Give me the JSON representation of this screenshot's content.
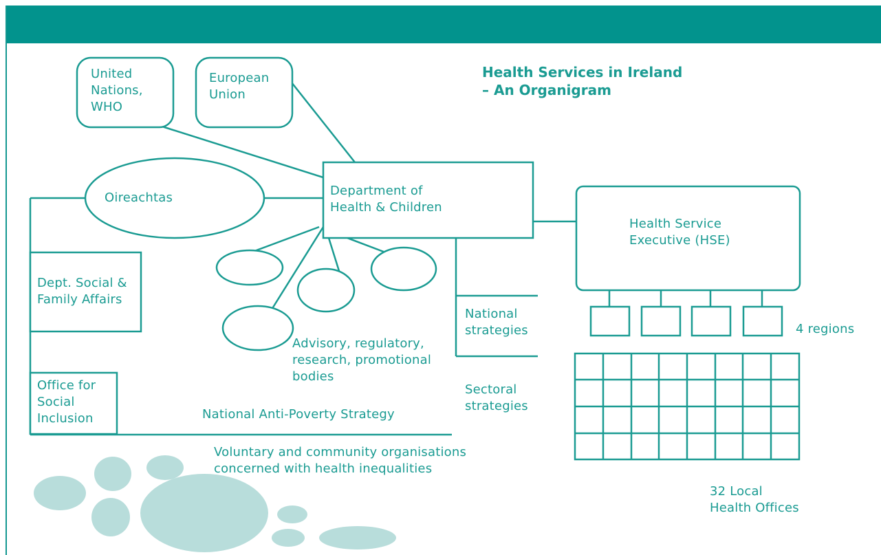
{
  "title": "Health Services in Ireland\n– An Organigram",
  "nodes": {
    "un_who": "United\nNations,\nWHO",
    "eu": "European\nUnion",
    "oireachtas": "Oireachtas",
    "dept_health": "Department of\nHealth & Children",
    "hse": "Health Service\nExecutive (HSE)",
    "dept_social": "Dept. Social &\nFamily Affairs",
    "office_social_inclusion": "Office for\nSocial\nInclusion",
    "advisory_bodies": "Advisory, regulatory,\nresearch, promotional\nbodies",
    "national_strategies": "National\nstrategies",
    "sectoral_strategies": "Sectoral\nstrategies",
    "anti_poverty": "National Anti-Poverty Strategy",
    "voluntary": "Voluntary and community organisations\nconcerned with health inequalities",
    "regions": "4 regions",
    "local_offices": "32 Local\nHealth Offices"
  },
  "colors": {
    "header_bar": "#02938d",
    "line": "#1a9b92",
    "blob": "#b8dddb"
  }
}
